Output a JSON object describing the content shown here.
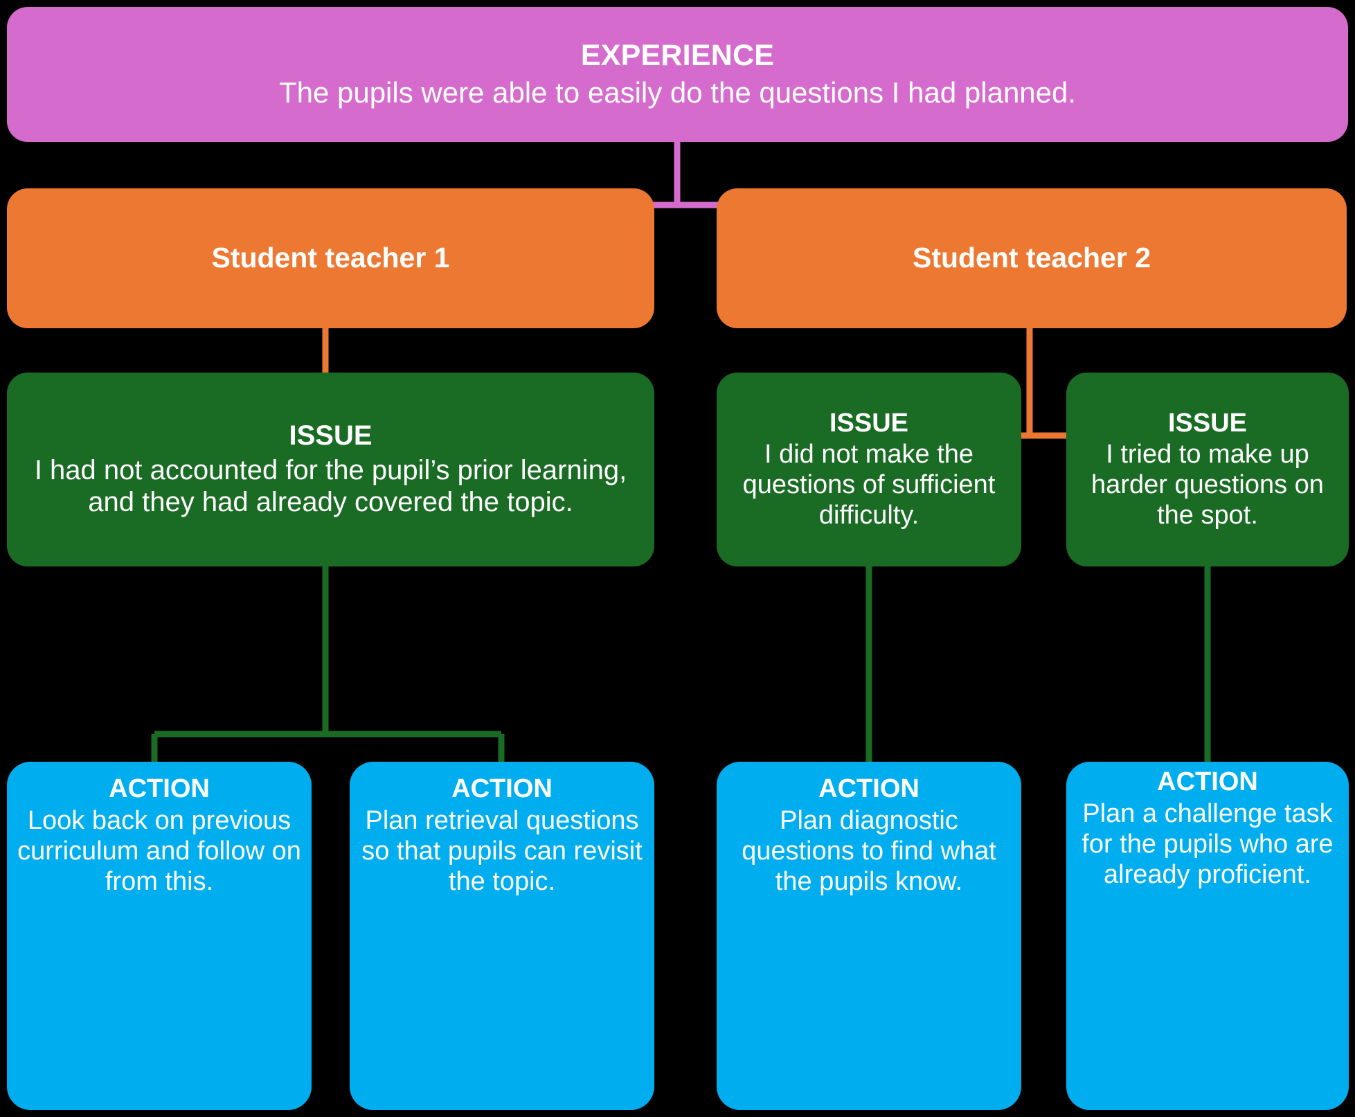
{
  "diagram": {
    "background_color": "#000000",
    "palette": {
      "experience": "#d66bce",
      "teacher": "#ed7832",
      "issue": "#1a6b24",
      "action": "#00aeef",
      "text": "#ffffff"
    },
    "root": {
      "title": "EXPERIENCE",
      "body": "The pupils were able to easily do the questions I had planned."
    },
    "teachers": [
      {
        "title": "Student teacher 1"
      },
      {
        "title": "Student teacher 2"
      }
    ],
    "issues": [
      {
        "title": "ISSUE",
        "body": "I had not accounted for the pupil’s prior learning, and they had already covered the topic."
      },
      {
        "title": "ISSUE",
        "body": "I did not make the questions of sufficient difficulty."
      },
      {
        "title": "ISSUE",
        "body": "I tried to make up harder questions on the spot."
      }
    ],
    "actions": [
      {
        "title": "ACTION",
        "body": "Look back on previous curriculum and follow on from this."
      },
      {
        "title": "ACTION",
        "body": "Plan retrieval questions so that pupils can revisit the topic."
      },
      {
        "title": "ACTION",
        "body": "Plan diagnostic questions to find what the pupils know."
      },
      {
        "title": "ACTION",
        "body": "Plan a challenge task for the pupils who are already proficient."
      }
    ]
  }
}
